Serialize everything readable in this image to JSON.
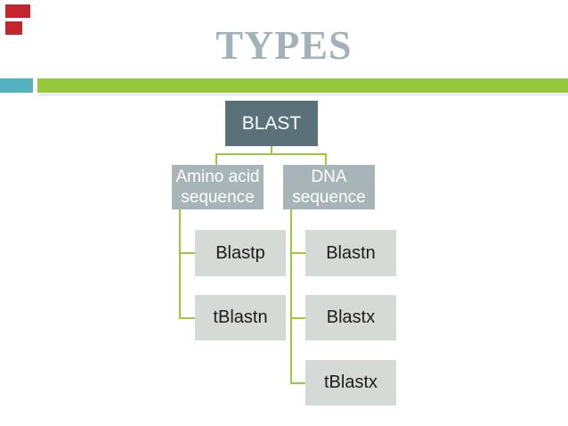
{
  "slide": {
    "title": "TYPES",
    "decor": {
      "accent_red": "#c4262e",
      "teal_square": "#54b1bf",
      "green_bar": "#98c93c"
    },
    "diagram": {
      "type": "hierarchy",
      "root": "BLAST",
      "connector_color": "#9bc83d",
      "colors": {
        "root_fill": "#5a7179",
        "branch_fill": "#a8b5b8",
        "leaf_fill": "#d5dad7"
      },
      "branches": [
        {
          "label_line1": "Amino acid",
          "label_line2": "sequence",
          "children": [
            "Blastp",
            "tBlastn"
          ]
        },
        {
          "label_line1": "DNA",
          "label_line2": "sequence",
          "children": [
            "Blastn",
            "Blastx",
            "tBlastx"
          ]
        }
      ]
    }
  }
}
